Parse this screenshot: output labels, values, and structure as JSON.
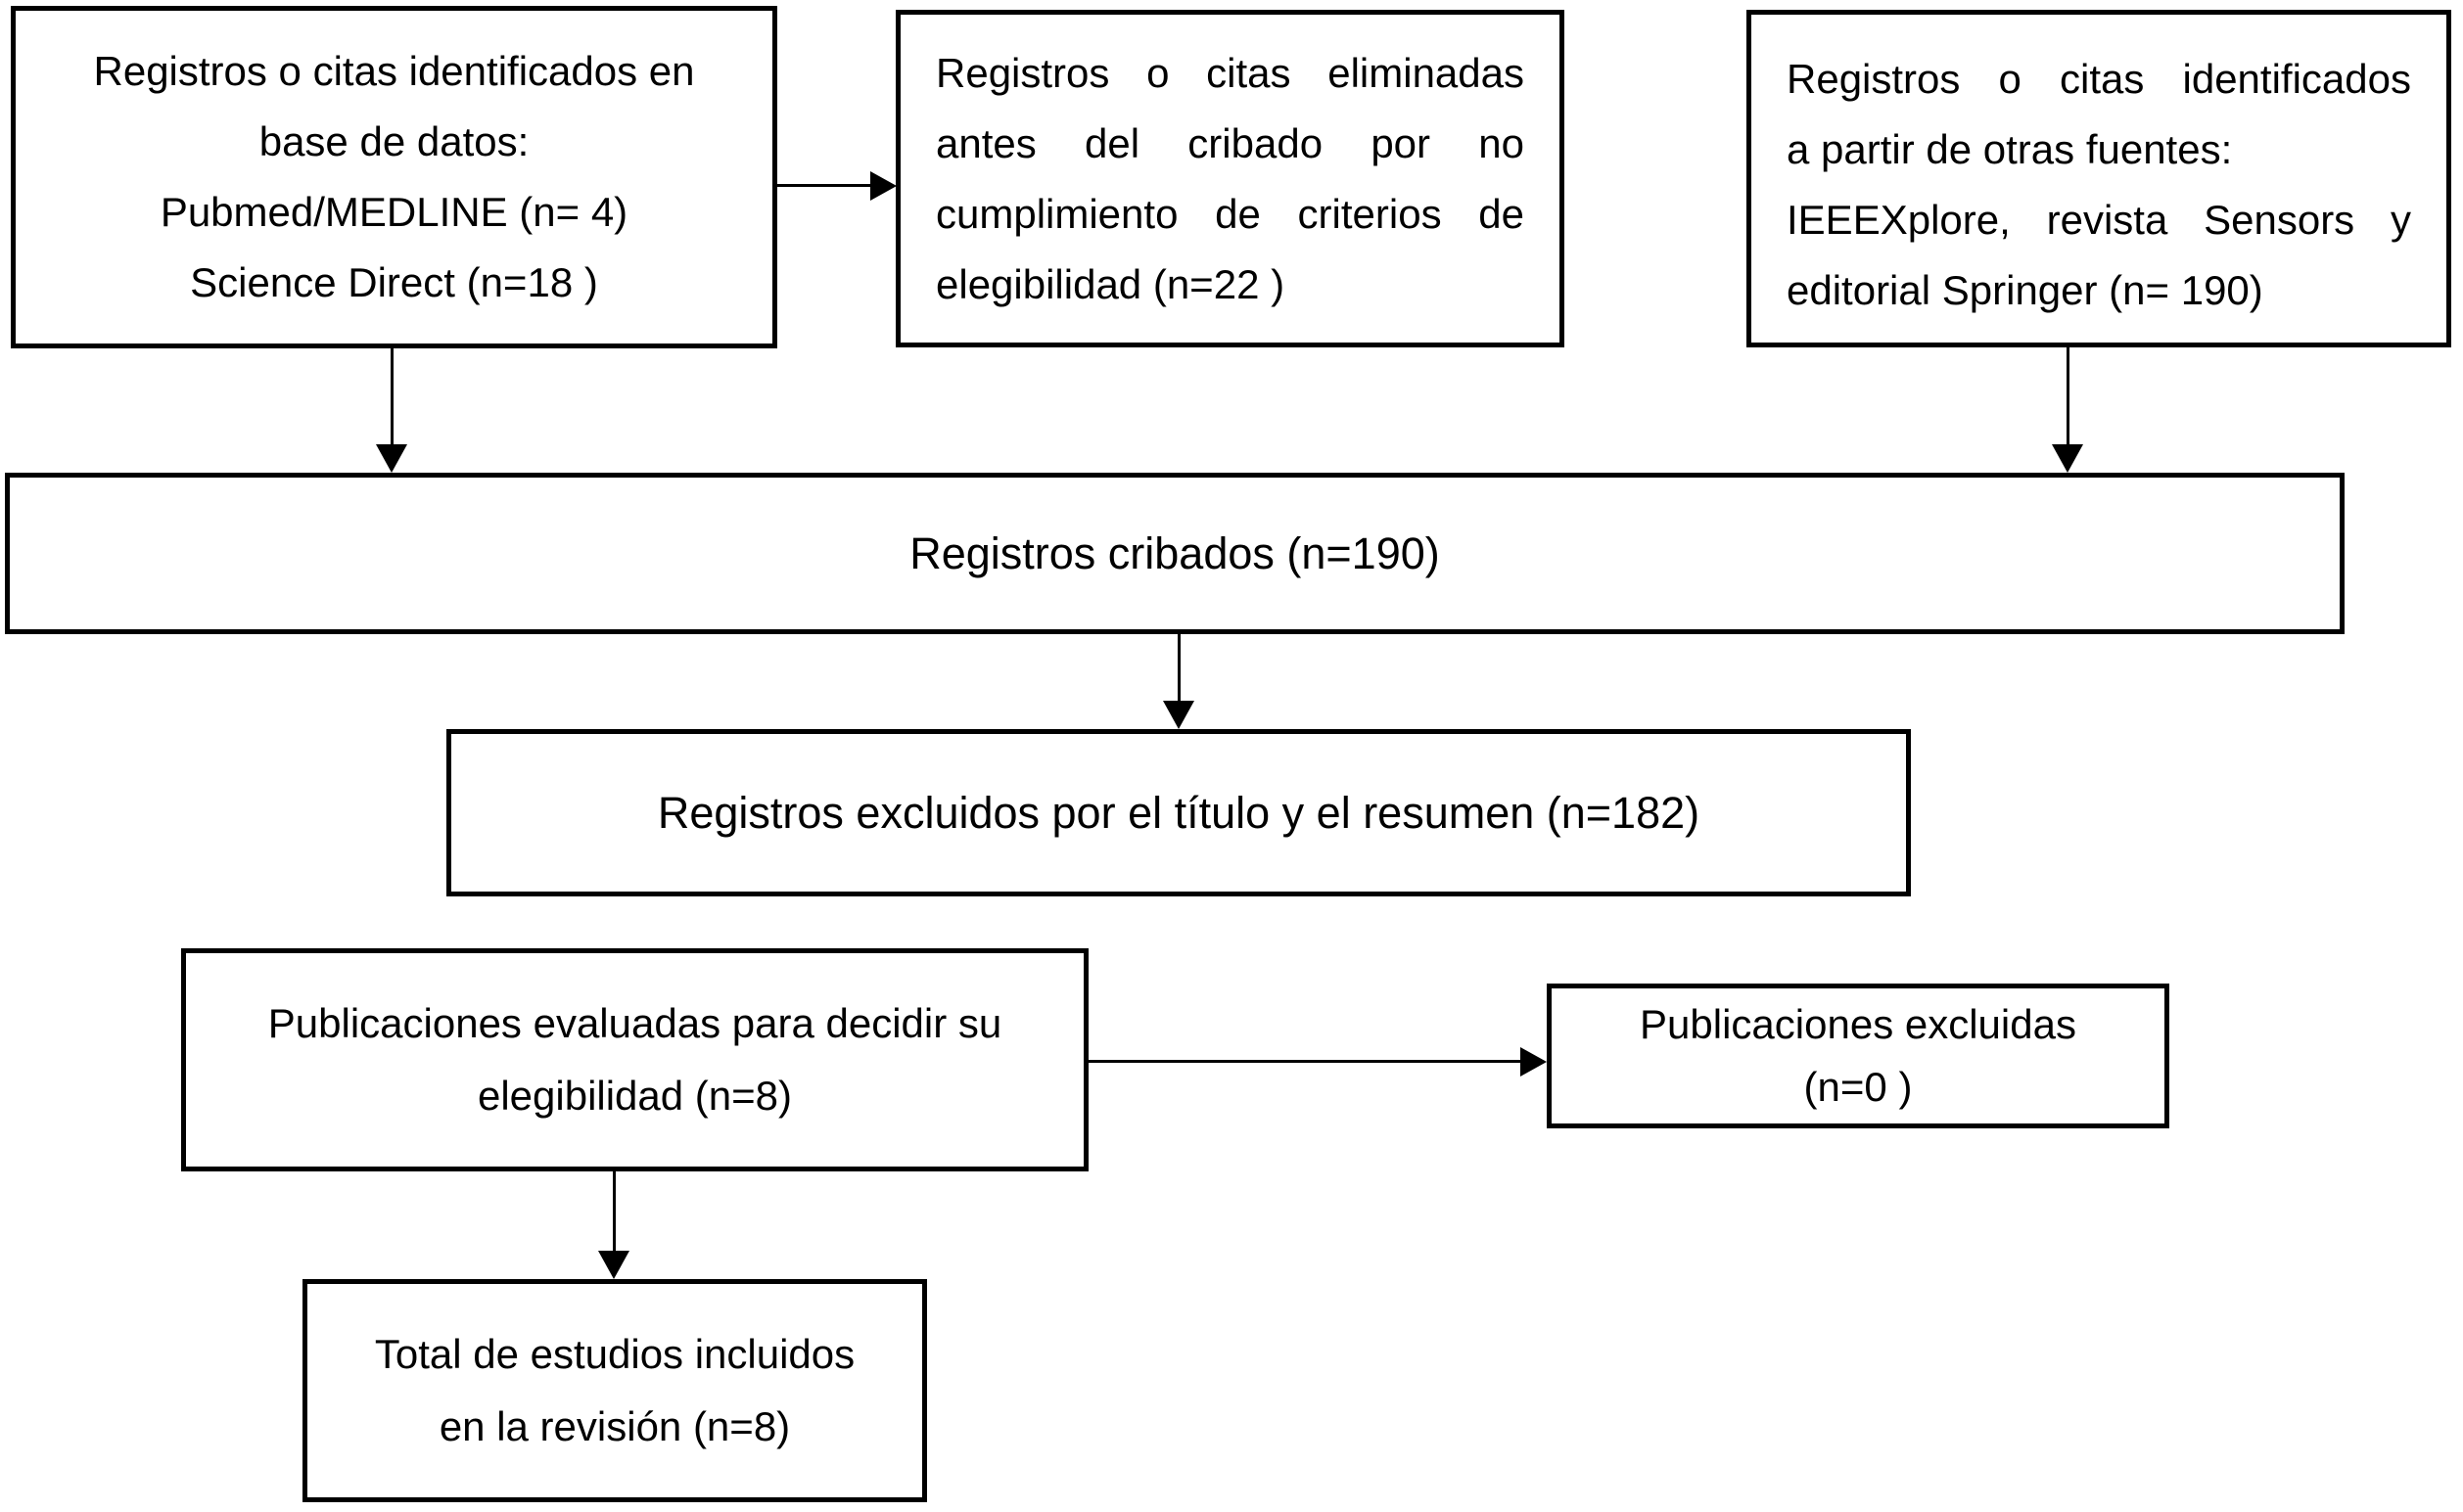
{
  "flowchart": {
    "colors": {
      "background": "#ffffff",
      "box_border": "#000000",
      "text": "#000000",
      "arrow": "#000000"
    },
    "boxes": {
      "identified_databases": {
        "lines": [
          "Registros o citas identificados en",
          "base de datos:",
          "Pubmed/MEDLINE  (n= 4)",
          "Science Direct  (n=18 )"
        ]
      },
      "removed_before_screening": {
        "lines": [
          "Registros o citas eliminadas",
          "antes del cribado por no",
          "cumplimiento de criterios de",
          "elegibilidad  (n=22 )"
        ]
      },
      "identified_other_sources": {
        "lines": [
          "Registros o citas identificados",
          "a partir de otras fuentes:",
          "IEEEXplore,  revista  Sensors  y",
          "editorial Springer  (n= 190)"
        ]
      },
      "records_screened": {
        "lines": [
          "Registros cribados (n=190)"
        ]
      },
      "records_excluded_title_abstract": {
        "lines": [
          "Registros excluidos por el título y el resumen (n=182)"
        ]
      },
      "publications_assessed": {
        "lines": [
          "Publicaciones evaluadas para decidir su",
          "elegibilidad (n=8)"
        ]
      },
      "publications_excluded": {
        "lines": [
          "Publicaciones excluidas",
          "(n=0 )"
        ]
      },
      "studies_included": {
        "lines": [
          "Total de estudios incluidos",
          "en la revisión (n=8)"
        ]
      }
    }
  }
}
